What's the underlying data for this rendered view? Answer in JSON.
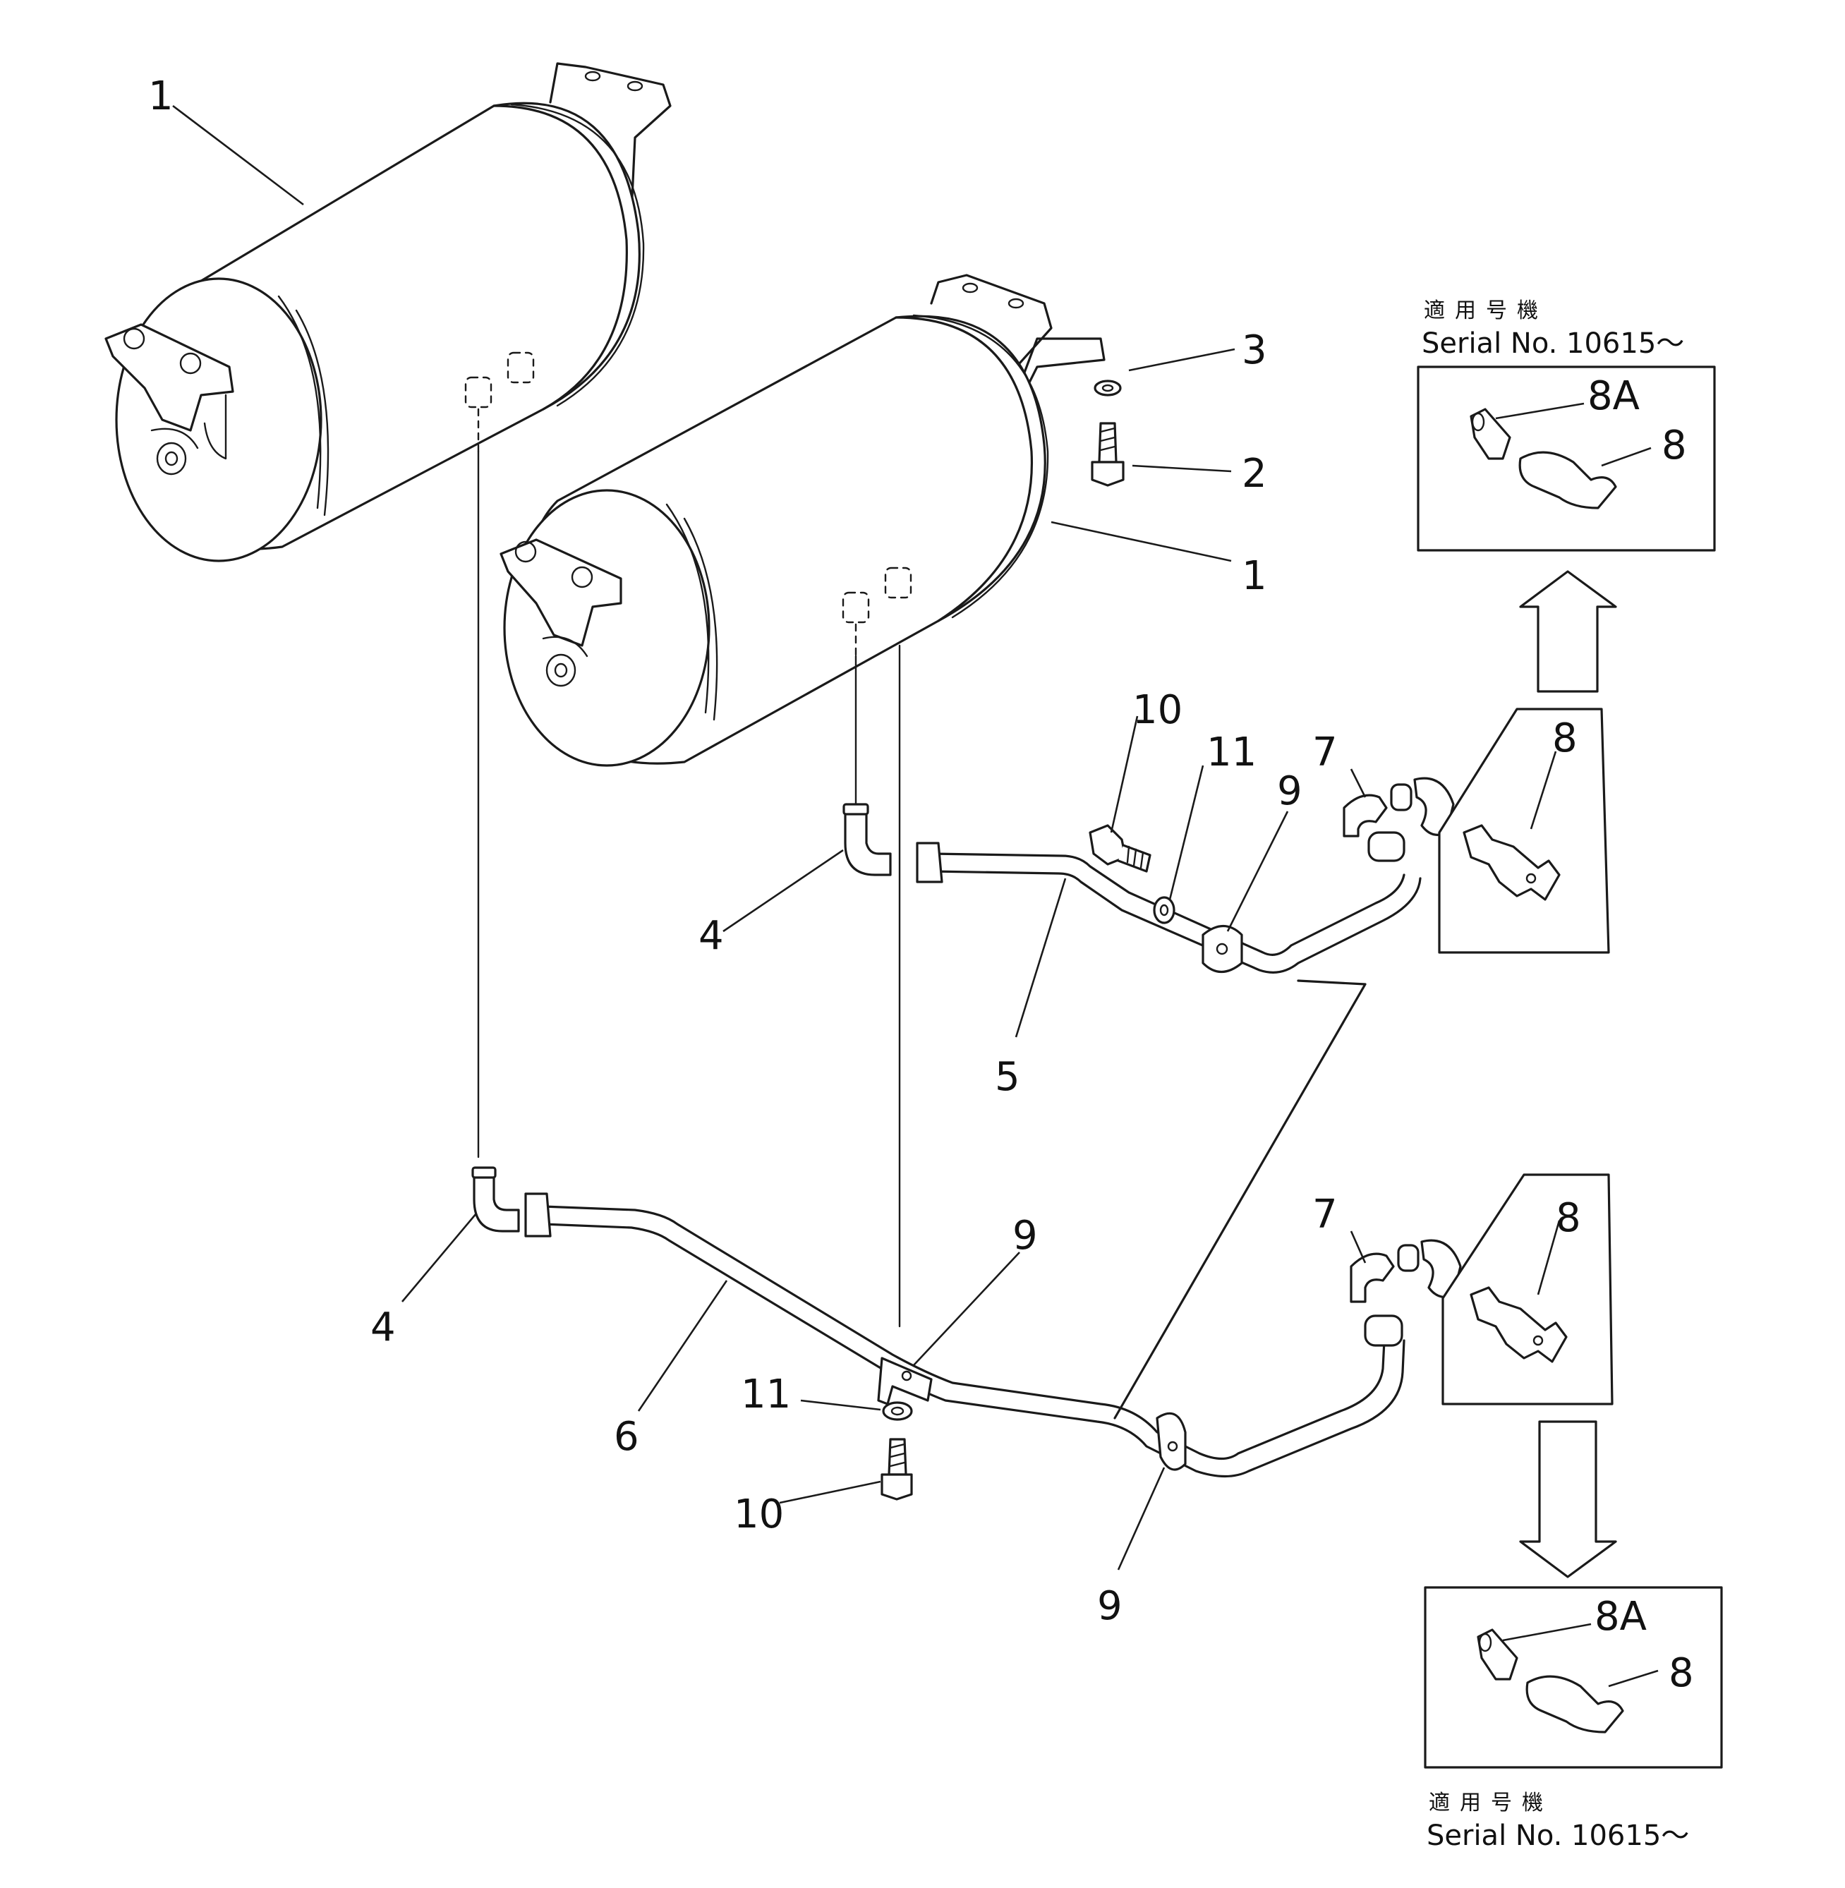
{
  "callouts": {
    "tank_upper_left": "1",
    "tank_right": "1",
    "washer_3": "3",
    "bolt_2": "2",
    "elbow_upper": "4",
    "elbow_lower": "4",
    "pipe_5": "5",
    "pipe_6": "6",
    "valve_7_upper": "7",
    "valve_7_lower": "7",
    "valve_8_upper_panel": "8",
    "valve_8_lower_panel": "8",
    "clamp_9_upper": "9",
    "clamp_9_middle": "9",
    "clamp_9_lower": "9",
    "bolt_10_upper": "10",
    "bolt_10_lower": "10",
    "washer_11_upper": "11",
    "washer_11_lower": "11"
  },
  "inset_top": {
    "jp_label": "適用号機",
    "serial_label": "Serial No. 10615～",
    "part_8a": "8A",
    "part_8": "8"
  },
  "inset_bottom": {
    "jp_label": "適用号機",
    "serial_label": "Serial No. 10615～",
    "part_8a": "8A",
    "part_8": "8"
  }
}
